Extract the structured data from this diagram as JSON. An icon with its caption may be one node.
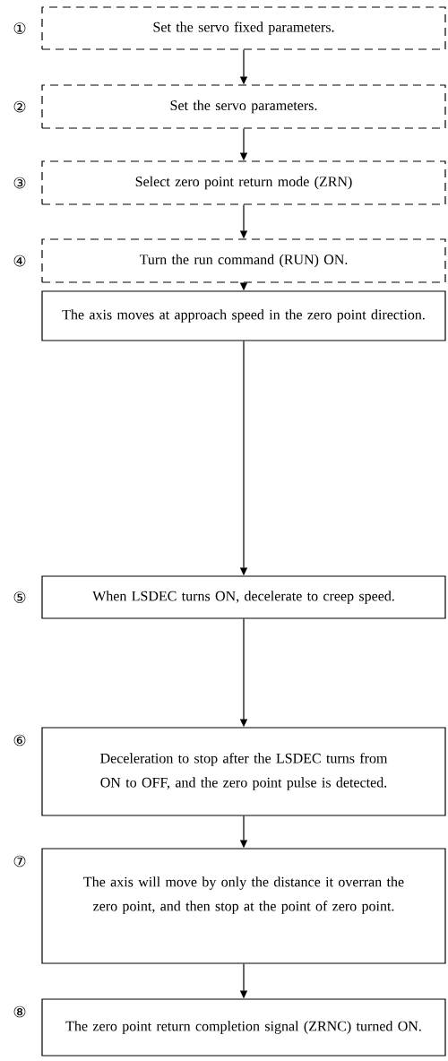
{
  "diagram": {
    "nodes": [
      {
        "text": [
          "Set the servo fixed parameters."
        ],
        "beside": [
          "①"
        ]
      },
      {
        "text": [
          "Set the servo parameters."
        ],
        "beside": [
          "②"
        ]
      },
      {
        "text": [
          "Select zero point return mode (ZRN)"
        ],
        "beside": [
          "③"
        ]
      },
      {
        "text": [
          "Turn the run command (RUN) ON."
        ],
        "beside": [
          "④"
        ]
      },
      {
        "text": [
          "The axis moves at approach speed in the zero point direction."
        ]
      },
      {
        "text": [
          "When LSDEC turns ON, decelerate to creep speed."
        ],
        "beside": [
          "⑤"
        ]
      },
      {
        "text": [
          "Deceleration to stop after the LSDEC turns from ON to OFF, and the zero point pulse is detected."
        ],
        "beside": [
          "⑥"
        ]
      },
      {
        "text": [
          "The axis will move by only the distance it overran the zero point, and then stop at the point of zero point."
        ],
        "beside": [
          "⑦"
        ]
      },
      {
        "text": [
          "The zero point return completion signal (ZRNC) turned ON."
        ],
        "beside": [
          "⑧"
        ]
      }
    ],
    "edges": [
      {
        "from": 0,
        "to": 1,
        "arrow": "to"
      },
      {
        "from": 1,
        "to": 2,
        "arrow": "to"
      },
      {
        "from": 2,
        "to": 3,
        "arrow": "to"
      },
      {
        "from": 3,
        "to": 4,
        "arrow": "to"
      },
      {
        "from": 4,
        "to": 5,
        "arrow": "to"
      },
      {
        "from": 5,
        "to": 6,
        "arrow": "to"
      },
      {
        "from": 6,
        "to": 7,
        "arrow": "to"
      },
      {
        "from": 7,
        "to": 8,
        "arrow": "to"
      }
    ]
  }
}
